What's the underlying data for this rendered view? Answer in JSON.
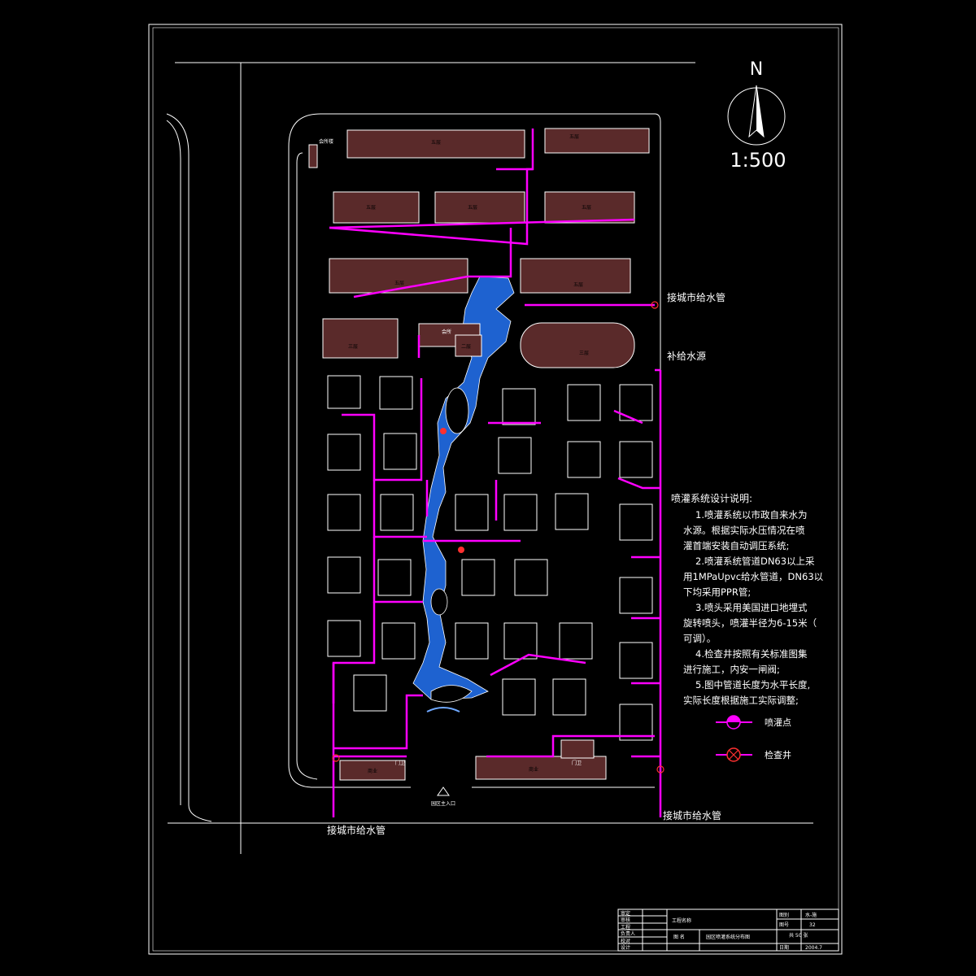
{
  "compass": {
    "north_label": "N",
    "scale": "1:500"
  },
  "connections": {
    "east_top": "接城市给水管",
    "east_supply": "补给水源",
    "bottom_left": "接城市给水管",
    "bottom_right": "接城市给水管"
  },
  "notes": {
    "title": "喷灌系统设计说明:",
    "lines": [
      "1.喷灌系统以市政自来水为",
      "水源。根据实际水压情况在喷",
      "灌首端安装自动调压系统;",
      "2.喷灌系统管道DN63以上采",
      "用1MPaUpvc给水管道，DN63以",
      "下均采用PPR管;",
      "3.喷头采用美国进口地埋式",
      "旋转喷头，喷灌半径为6-15米（",
      "可调）。",
      "4.检查井按照有关标准图集",
      "进行施工，内安一闸阀;",
      "5.图中管道长度为水平长度,",
      "实际长度根据施工实际调整;"
    ]
  },
  "legend": {
    "sprinkler": "喷灌点",
    "inspection_well": "检查井"
  },
  "buildings": {
    "top_left_small": "会所楼",
    "five_floor_a": "五层",
    "five_floor_b": "五层",
    "five_floor_c": "五层",
    "five_floor_d": "五层",
    "five_floor_e": "五层",
    "five_floor_f": "五层",
    "five_floor_g": "五层",
    "clubhouse": "会所",
    "two_floor": "二层",
    "three_floor_left": "三层",
    "three_floor_right": "三层",
    "commercial_left": "商业",
    "commercial_right": "商业",
    "gate_left": "门卫",
    "gate_right": "门卫",
    "main_entrance": "园区主入口"
  },
  "title_block": {
    "rows_left": [
      "审定",
      "审核",
      "工程",
      "负责人",
      "校对",
      "设计"
    ],
    "project_name_label": "工程名称",
    "drawing_name_label": "图  名",
    "drawing_name": "园区喷灌系统分布图",
    "drawing_no_label": "图别",
    "drawing_no_value": "水-施",
    "sheet_label": "图号",
    "sheet_value": "32",
    "total_label": "共 50 张",
    "date_label": "日期",
    "date_value": "2004.7"
  },
  "colors": {
    "pipe": "#ff00ff",
    "water": "#1e62d0",
    "building": "#5a2a2a"
  }
}
